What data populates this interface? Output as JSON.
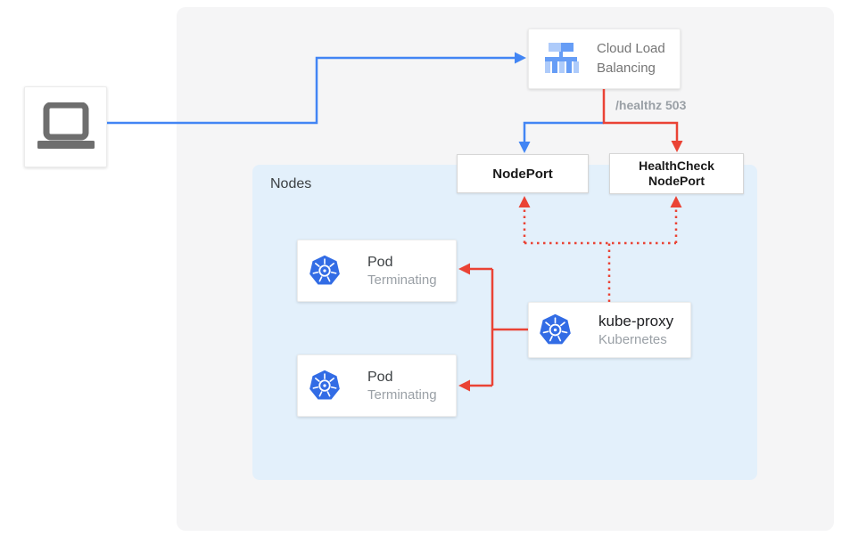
{
  "colors": {
    "blue": "#4285f4",
    "red": "#ea4335",
    "kubernetes_blue": "#326ce5",
    "icon_blue_light": "#aecbfa",
    "icon_blue_medium": "#669df6",
    "laptop_gray": "#6e6e6e",
    "nodes_panel_bg": "#e3f0fb",
    "outer_panel_bg": "#f5f5f6"
  },
  "client": {
    "icon": "laptop"
  },
  "cloud_load_balancing": {
    "label": "Cloud Load Balancing"
  },
  "edges": {
    "healthz_label": "/healthz 503"
  },
  "nodeport": {
    "label": "NodePort"
  },
  "healthcheck_nodeport": {
    "label": "HealthCheck NodePort"
  },
  "nodes_panel": {
    "label": "Nodes"
  },
  "pods": [
    {
      "title": "Pod",
      "status": "Terminating"
    },
    {
      "title": "Pod",
      "status": "Terminating"
    }
  ],
  "kube_proxy": {
    "title": "kube-proxy",
    "subtitle": "Kubernetes"
  }
}
